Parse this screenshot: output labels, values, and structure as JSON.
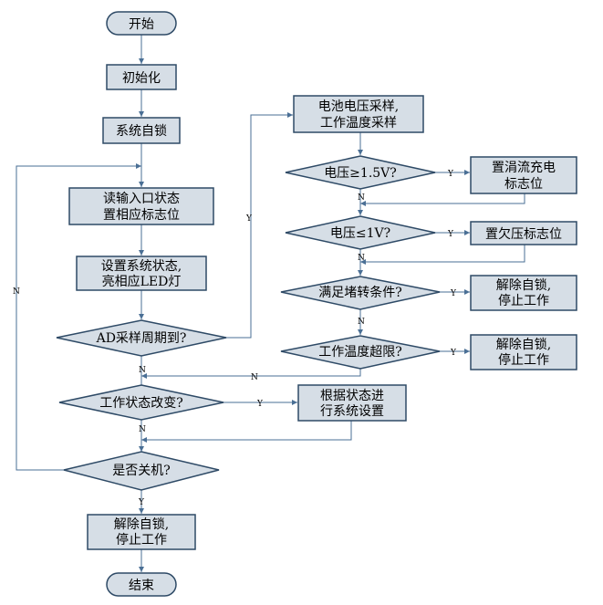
{
  "nodes": {
    "start": "开始",
    "init": "初始化",
    "lock": "系统自锁",
    "read1": "读输入口状态",
    "read2": "置相应标志位",
    "set1": "设置系统状态,",
    "set2": "亮相应LED灯",
    "ad": "AD采样周期到?",
    "sample1": "电池电压采样,",
    "sample2": "工作温度采样",
    "v15": "电压≥1.5V?",
    "trickle1": "置涓流充电",
    "trickle2": "标志位",
    "v1": "电压≤1V?",
    "under": "置欠压标志位",
    "stall": "满足堵转条件?",
    "unlock1a": "解除自锁,",
    "unlock1b": "停止工作",
    "temp": "工作温度超限?",
    "unlock2a": "解除自锁,",
    "unlock2b": "停止工作",
    "change": "工作状态改变?",
    "reset1": "根据状态进",
    "reset2": "行系统设置",
    "shutdown": "是否关机?",
    "unlock3a": "解除自锁,",
    "unlock3b": "停止工作",
    "end": "结束"
  },
  "edges": {
    "ad_yes": "Y",
    "ad_no": "N",
    "v15_yes": "Y",
    "v15_no": "N",
    "v1_yes": "Y",
    "v1_no": "N",
    "stall_yes": "Y",
    "stall_no": "N",
    "temp_yes": "Y",
    "temp_no": "N",
    "change_yes": "Y",
    "change_no": "N",
    "shutdown_yes": "Y",
    "shutdown_no": "N"
  }
}
